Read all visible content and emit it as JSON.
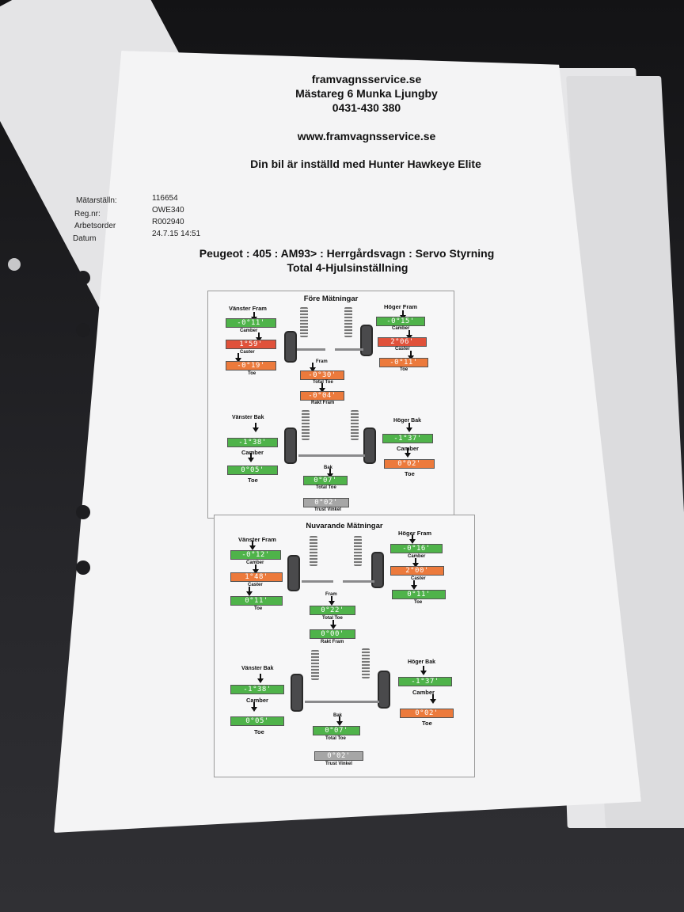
{
  "header": {
    "company": "framvagnsservice.se",
    "address": "Mästareg 6 Munka Ljungby",
    "phone": "0431-430 380",
    "website": "www.framvagnsservice.se",
    "tagline": "Din bil är inställd med Hunter Hawkeye Elite"
  },
  "meta": {
    "rows": [
      {
        "label": "Mätarställn:",
        "value": "116654"
      },
      {
        "label": "Reg.nr:",
        "value": "OWE340"
      },
      {
        "label": "Arbetsorder",
        "value": "R002940"
      },
      {
        "label": "Datum",
        "value": "24.7.15 14:51"
      }
    ]
  },
  "vehicle": {
    "title": "Peugeot : 405 : AM93> : Herrgårdsvagn : Servo Styrning",
    "subtitle": "Total 4-Hjulsinställning"
  },
  "before": {
    "title": "Före Mätningar",
    "front_left_label": "Vänster Fram",
    "front_right_label": "Höger Fram",
    "rear_left_label": "Vänster Bak",
    "rear_right_label": "Höger Bak",
    "camber": "Camber",
    "caster": "Caster",
    "toe": "Toe",
    "front": "Fram",
    "rear": "Bak",
    "total_toe": "Total Toe",
    "straight": "Rakt Fram",
    "thrust": "Trust Vinkel",
    "fl_camber": "-0°11'",
    "fl_caster": "1°59'",
    "fl_toe": "-0°19'",
    "fr_camber": "-0°15'",
    "fr_caster": "2°06'",
    "fr_toe": "-0°11'",
    "front_total_toe": "-0°30'",
    "straight_ahead": "-0°04'",
    "rl_camber": "-1°38'",
    "rl_toe": "0°05'",
    "rr_camber": "-1°37'",
    "rr_toe": "0°02'",
    "rear_total_toe": "0°07'",
    "thrust_angle": "0°02'"
  },
  "after": {
    "title": "Nuvarande Mätningar",
    "front_left_label": "Vänster Fram",
    "front_right_label": "Höger Fram",
    "rear_left_label": "Vänster Bak",
    "rear_right_label": "Höger Bak",
    "camber": "Camber",
    "caster": "Caster",
    "toe": "Toe",
    "front": "Fram",
    "rear": "Bak",
    "total_toe": "Total Toe",
    "straight": "Rakt Fram",
    "thrust": "Trust Vinkel",
    "fl_camber": "-0°12'",
    "fl_caster": "1°48'",
    "fl_toe": "0°11'",
    "fr_camber": "-0°16'",
    "fr_caster": "2°00'",
    "fr_toe": "0°11'",
    "front_total_toe": "0°22'",
    "straight_ahead": "0°00'",
    "rl_camber": "-1°38'",
    "rl_toe": "0°05'",
    "rr_camber": "-1°37'",
    "rr_toe": "0°02'",
    "rear_total_toe": "0°07'",
    "thrust_angle": "0°02'"
  },
  "colors": {
    "in_spec": "#4fb34a",
    "out_of_spec": "#e0513a",
    "warning": "#ec7a3c",
    "neutral": "#a6a6a6"
  }
}
